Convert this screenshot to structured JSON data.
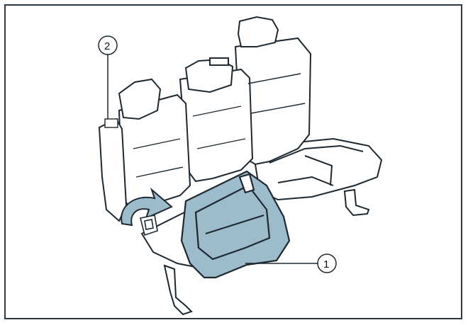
{
  "callouts": [
    {
      "id": "1",
      "label": "1"
    },
    {
      "id": "2",
      "label": "2"
    }
  ],
  "colors": {
    "highlight": "#9dbccb",
    "highlight_stroke": "#1d2830",
    "line": "#1d2830",
    "frame": "#2e3a42",
    "background": "#ffffff"
  },
  "icons": {
    "rotation_arrow": "curved-arrow-icon"
  }
}
